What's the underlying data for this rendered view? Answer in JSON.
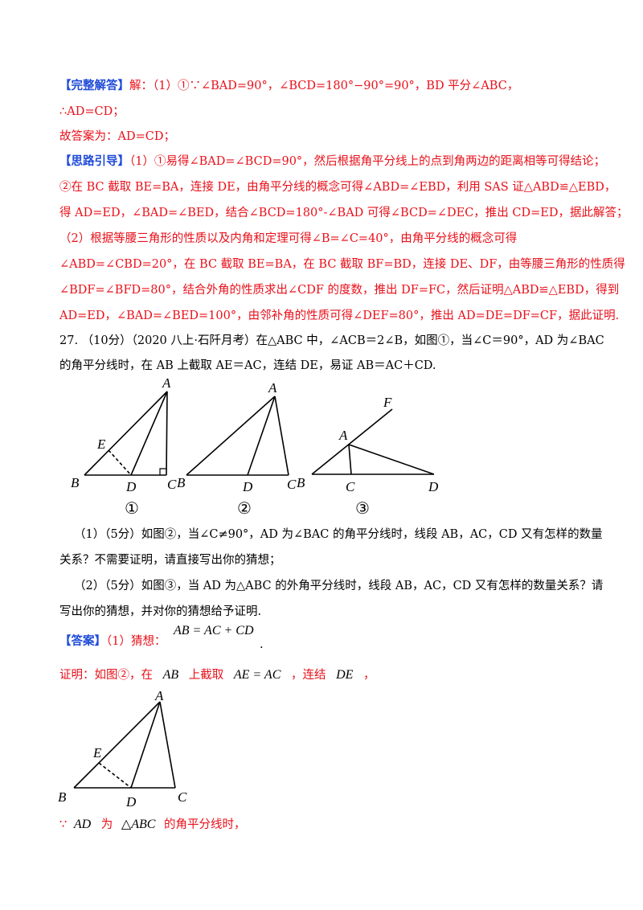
{
  "solution": {
    "tag": "【完整解答】",
    "line1": "解：（1）①∵∠BAD=90°，∠BCD=180°−90°=90°，BD 平分∠ABC，",
    "line2": "∴AD=CD；",
    "line3": "故答案为：AD=CD；"
  },
  "hint": {
    "tag": "【思路引导】",
    "lines": [
      "（1）①易得∠BAD=∠BCD=90°，然后根据角平分线上的点到角两边的距离相等可得结论；",
      "②在 BC 截取 BE=BA，连接 DE，由角平分线的概念可得∠ABD=∠EBD，利用 SAS 证△ABD≌△EBD，",
      "得 AD=ED，∠BAD=∠BED，结合∠BCD=180°-∠BAD 可得∠BCD=∠DEC，推出 CD=ED，据此解答；",
      "（2）根据等腰三角形的性质以及内角和定理可得∠B=∠C=40°，由角平分线的概念可得",
      "∠ABD=∠CBD=20°，在 BC 截取 BE=BA，在 BC 截取 BF=BD，连接 DE、DF，由等腰三角形的性质得",
      "∠BDF=∠BFD=80°，结合外角的性质求出∠CDF 的度数，推出 DF=FC，然后证明△ABD≌△EBD，得到",
      "AD=ED，∠BAD=∠BED=100°，由邻补角的性质可得∠DEF=80°，推出 AD=DE=DF=CF，据此证明."
    ]
  },
  "problem": {
    "line1": "27.  （10分）（2020 八上·石阡月考）在△ABC 中，∠ACB＝2∠B，如图①，当∠C＝90°，AD 为∠BAC",
    "line2": "的角平分线时，在 AB 上截取 AE＝AC，连结 DE，易证 AB＝AC＋CD.",
    "q1a": "（1）（5分）如图②，当∠C≠90°，AD 为∠BAC 的角平分线时，线段 AB，AC，CD 又有怎样的数量",
    "q1b": "关系？不需要证明，请直接写出你的猜想；",
    "q2a": "（2）（5分）如图③，当 AD 为△ABC 的外角平分线时，线段 AB，AC，CD 又有怎样的数量关系？请",
    "q2b": "写出你的猜想，并对你的猜想给予证明."
  },
  "figures": {
    "labels": [
      "A",
      "B",
      "C",
      "D",
      "E",
      "F"
    ],
    "captions": [
      "①",
      "②",
      "③"
    ]
  },
  "answer": {
    "tag": "【答案】",
    "part1": "（1）猜想：",
    "formula": "AB = AC + CD",
    "proof_intro": "证明：如图②，在",
    "ab": "AB",
    "cut": "上截取",
    "ae_ac": "AE = AC",
    "connect": "，连结",
    "de": "DE",
    "comma": "，",
    "because": "∵",
    "ad": "AD",
    "wei": "为",
    "tri": "△ABC",
    "bisector": "的角平分线时，"
  }
}
